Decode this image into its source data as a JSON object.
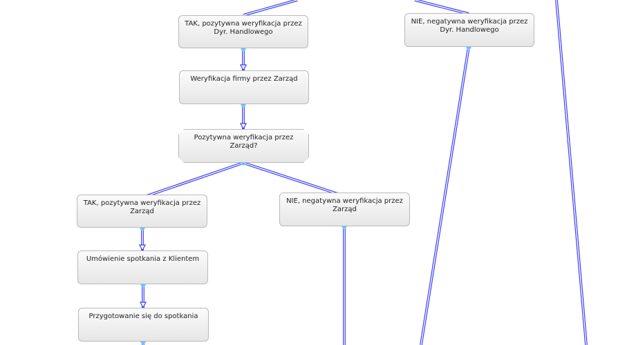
{
  "nodes": {
    "tak_dyr": "TAK, pozytywna weryfikacja przez Dyr. Handlowego",
    "nie_dyr": "NIE, negatywna weryfikacja przez Dyr. Handlowego",
    "weryfikacja_zarzad": "Weryfikacja firmy przez Zarząd",
    "decyzja_zarzad": "Pozytywna weryfikacja przez Zarząd?",
    "tak_zarzad": "TAK, pozytywna weryfikacja przez Zarząd",
    "nie_zarzad": "NIE, negatywna weryfikacja przez Zarząd",
    "umowienie": "Umówienie spotkania z Klientem",
    "przygotowanie": "Przygotowanie się do spotkania"
  },
  "colors": {
    "connector": "#3a3ff0",
    "port": "#5bc4ff"
  }
}
